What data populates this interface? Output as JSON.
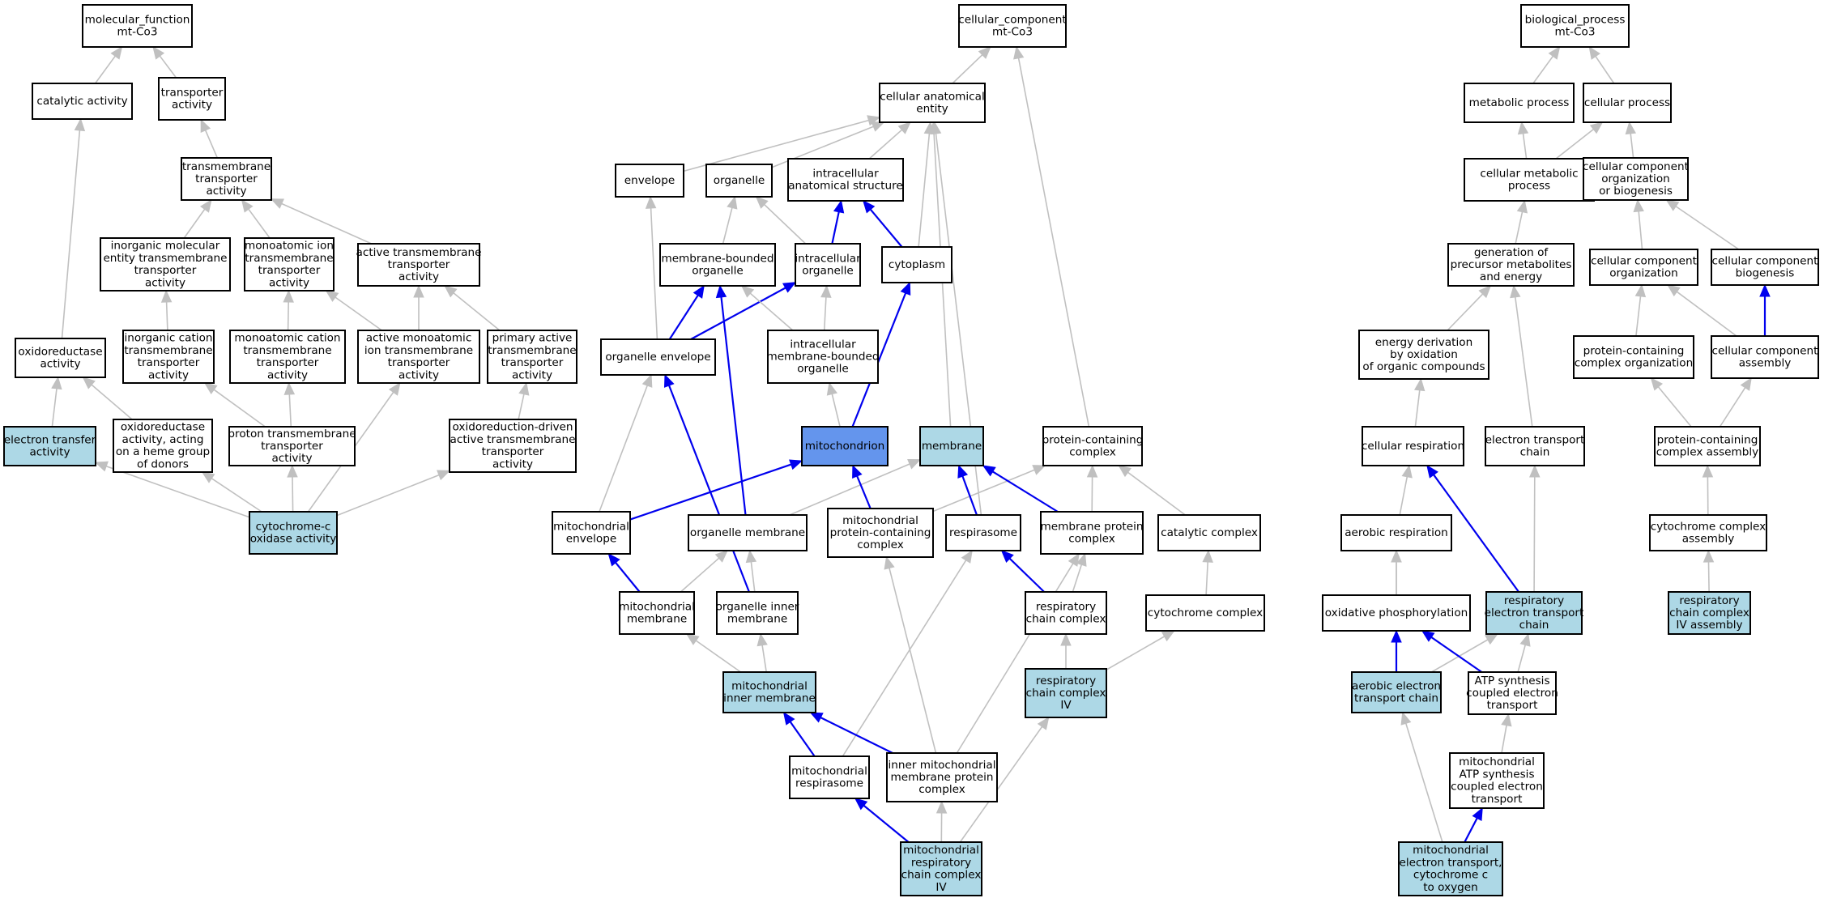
{
  "colors": {
    "plain_fill": "#ffffff",
    "highlight_fill": "#add8e6",
    "selected_fill": "#6495ed",
    "grey_edge": "#c0c0c0",
    "blue_edge": "#0000ee"
  },
  "nodes": [
    {
      "id": "mf",
      "lines": [
        "molecular_function",
        "mt-Co3"
      ],
      "style": "plain"
    },
    {
      "id": "cat",
      "lines": [
        "catalytic activity"
      ],
      "style": "plain"
    },
    {
      "id": "trans",
      "lines": [
        "transporter",
        "activity"
      ],
      "style": "plain"
    },
    {
      "id": "tmt",
      "lines": [
        "transmembrane",
        "transporter",
        "activity"
      ],
      "style": "plain"
    },
    {
      "id": "imol",
      "lines": [
        "inorganic molecular",
        "entity transmembrane",
        "transporter",
        "activity"
      ],
      "style": "plain"
    },
    {
      "id": "mono",
      "lines": [
        "monoatomic ion",
        "transmembrane",
        "transporter",
        "activity"
      ],
      "style": "plain"
    },
    {
      "id": "active",
      "lines": [
        "active transmembrane",
        "transporter",
        "activity"
      ],
      "style": "plain"
    },
    {
      "id": "oxred",
      "lines": [
        "oxidoreductase",
        "activity"
      ],
      "style": "plain"
    },
    {
      "id": "icat",
      "lines": [
        "inorganic cation",
        "transmembrane",
        "transporter",
        "activity"
      ],
      "style": "plain"
    },
    {
      "id": "monocat",
      "lines": [
        "monoatomic cation",
        "transmembrane",
        "transporter",
        "activity"
      ],
      "style": "plain"
    },
    {
      "id": "actmono",
      "lines": [
        "active monoatomic",
        "ion transmembrane",
        "transporter",
        "activity"
      ],
      "style": "plain"
    },
    {
      "id": "prim",
      "lines": [
        "primary active",
        "transmembrane",
        "transporter",
        "activity"
      ],
      "style": "plain"
    },
    {
      "id": "etact",
      "lines": [
        "electron transfer",
        "activity"
      ],
      "style": "highlight"
    },
    {
      "id": "oxheme",
      "lines": [
        "oxidoreductase",
        "activity, acting",
        "on a heme group",
        "of donors"
      ],
      "style": "plain"
    },
    {
      "id": "proton",
      "lines": [
        "proton transmembrane",
        "transporter",
        "activity"
      ],
      "style": "plain"
    },
    {
      "id": "oxdriven",
      "lines": [
        "oxidoreduction-driven",
        "active transmembrane",
        "transporter",
        "activity"
      ],
      "style": "plain"
    },
    {
      "id": "cox",
      "lines": [
        "cytochrome-c",
        "oxidase activity"
      ],
      "style": "highlight"
    },
    {
      "id": "cc",
      "lines": [
        "cellular_component",
        "mt-Co3"
      ],
      "style": "plain"
    },
    {
      "id": "cae",
      "lines": [
        "cellular anatomical",
        "entity"
      ],
      "style": "plain"
    },
    {
      "id": "env",
      "lines": [
        "envelope"
      ],
      "style": "plain"
    },
    {
      "id": "org",
      "lines": [
        "organelle"
      ],
      "style": "plain"
    },
    {
      "id": "ias",
      "lines": [
        "intracellular",
        "anatomical structure"
      ],
      "style": "plain"
    },
    {
      "id": "mbo",
      "lines": [
        "membrane-bounded",
        "organelle"
      ],
      "style": "plain"
    },
    {
      "id": "io",
      "lines": [
        "intracellular",
        "organelle"
      ],
      "style": "plain"
    },
    {
      "id": "cyto",
      "lines": [
        "cytoplasm"
      ],
      "style": "plain"
    },
    {
      "id": "oenv",
      "lines": [
        "organelle envelope"
      ],
      "style": "plain"
    },
    {
      "id": "imbo",
      "lines": [
        "intracellular",
        "membrane-bounded",
        "organelle"
      ],
      "style": "plain"
    },
    {
      "id": "mito",
      "lines": [
        "mitochondrion"
      ],
      "style": "selected"
    },
    {
      "id": "memb",
      "lines": [
        "membrane"
      ],
      "style": "highlight"
    },
    {
      "id": "pcc",
      "lines": [
        "protein-containing",
        "complex"
      ],
      "style": "plain"
    },
    {
      "id": "menv",
      "lines": [
        "mitochondrial",
        "envelope"
      ],
      "style": "plain"
    },
    {
      "id": "omem",
      "lines": [
        "organelle membrane"
      ],
      "style": "plain"
    },
    {
      "id": "mpcc",
      "lines": [
        "mitochondrial",
        "protein-containing",
        "complex"
      ],
      "style": "plain"
    },
    {
      "id": "resp",
      "lines": [
        "respirasome"
      ],
      "style": "plain"
    },
    {
      "id": "mpc",
      "lines": [
        "membrane protein",
        "complex"
      ],
      "style": "plain"
    },
    {
      "id": "catc",
      "lines": [
        "catalytic complex"
      ],
      "style": "plain"
    },
    {
      "id": "mmem",
      "lines": [
        "mitochondrial",
        "membrane"
      ],
      "style": "plain"
    },
    {
      "id": "oim",
      "lines": [
        "organelle inner",
        "membrane"
      ],
      "style": "plain"
    },
    {
      "id": "rcc",
      "lines": [
        "respiratory",
        "chain complex"
      ],
      "style": "plain"
    },
    {
      "id": "cytc",
      "lines": [
        "cytochrome complex"
      ],
      "style": "plain"
    },
    {
      "id": "mim",
      "lines": [
        "mitochondrial",
        "inner membrane"
      ],
      "style": "highlight"
    },
    {
      "id": "rcc4",
      "lines": [
        "respiratory",
        "chain complex",
        "IV"
      ],
      "style": "highlight"
    },
    {
      "id": "mresp",
      "lines": [
        "mitochondrial",
        "respirasome"
      ],
      "style": "plain"
    },
    {
      "id": "impc",
      "lines": [
        "inner mitochondrial",
        "membrane protein",
        "complex"
      ],
      "style": "plain"
    },
    {
      "id": "mrcc4",
      "lines": [
        "mitochondrial",
        "respiratory",
        "chain complex",
        "IV"
      ],
      "style": "highlight"
    },
    {
      "id": "bp",
      "lines": [
        "biological_process",
        "mt-Co3"
      ],
      "style": "plain"
    },
    {
      "id": "metab",
      "lines": [
        "metabolic process"
      ],
      "style": "plain"
    },
    {
      "id": "cellp",
      "lines": [
        "cellular process"
      ],
      "style": "plain"
    },
    {
      "id": "cmetab",
      "lines": [
        "cellular metabolic",
        "process"
      ],
      "style": "plain"
    },
    {
      "id": "ccob",
      "lines": [
        "cellular component",
        "organization",
        "or biogenesis"
      ],
      "style": "plain"
    },
    {
      "id": "genprec",
      "lines": [
        "generation of",
        "precursor metabolites",
        "and energy"
      ],
      "style": "plain"
    },
    {
      "id": "cco",
      "lines": [
        "cellular component",
        "organization"
      ],
      "style": "plain"
    },
    {
      "id": "ccb",
      "lines": [
        "cellular component",
        "biogenesis"
      ],
      "style": "plain"
    },
    {
      "id": "energy",
      "lines": [
        "energy derivation",
        "by oxidation",
        "of organic compounds"
      ],
      "style": "plain"
    },
    {
      "id": "pcco",
      "lines": [
        "protein-containing",
        "complex organization"
      ],
      "style": "plain"
    },
    {
      "id": "cca",
      "lines": [
        "cellular component",
        "assembly"
      ],
      "style": "plain"
    },
    {
      "id": "cresp",
      "lines": [
        "cellular respiration"
      ],
      "style": "plain"
    },
    {
      "id": "etc",
      "lines": [
        "electron transport",
        "chain"
      ],
      "style": "plain"
    },
    {
      "id": "pcca",
      "lines": [
        "protein-containing",
        "complex assembly"
      ],
      "style": "plain"
    },
    {
      "id": "aresp",
      "lines": [
        "aerobic respiration"
      ],
      "style": "plain"
    },
    {
      "id": "cytca",
      "lines": [
        "cytochrome complex",
        "assembly"
      ],
      "style": "plain"
    },
    {
      "id": "oxphos",
      "lines": [
        "oxidative phosphorylation"
      ],
      "style": "plain"
    },
    {
      "id": "retc",
      "lines": [
        "respiratory",
        "electron transport",
        "chain"
      ],
      "style": "highlight"
    },
    {
      "id": "rcc4a",
      "lines": [
        "respiratory",
        "chain complex",
        "IV assembly"
      ],
      "style": "highlight"
    },
    {
      "id": "aetc",
      "lines": [
        "aerobic electron",
        "transport chain"
      ],
      "style": "highlight"
    },
    {
      "id": "atpet",
      "lines": [
        "ATP synthesis",
        "coupled electron",
        "transport"
      ],
      "style": "plain"
    },
    {
      "id": "matpet",
      "lines": [
        "mitochondrial",
        "ATP synthesis",
        "coupled electron",
        "transport"
      ],
      "style": "plain"
    },
    {
      "id": "metco",
      "lines": [
        "mitochondrial",
        "electron transport,",
        "cytochrome c",
        "to oxygen"
      ],
      "style": "highlight"
    }
  ],
  "edges": [
    [
      "cat",
      "mf",
      "grey"
    ],
    [
      "trans",
      "mf",
      "grey"
    ],
    [
      "tmt",
      "trans",
      "grey"
    ],
    [
      "imol",
      "tmt",
      "grey"
    ],
    [
      "mono",
      "tmt",
      "grey"
    ],
    [
      "active",
      "tmt",
      "grey"
    ],
    [
      "oxred",
      "cat",
      "grey"
    ],
    [
      "icat",
      "imol",
      "grey"
    ],
    [
      "monocat",
      "mono",
      "grey"
    ],
    [
      "actmono",
      "mono",
      "grey"
    ],
    [
      "actmono",
      "active",
      "grey"
    ],
    [
      "prim",
      "active",
      "grey"
    ],
    [
      "etact",
      "oxred",
      "grey"
    ],
    [
      "oxheme",
      "oxred",
      "grey"
    ],
    [
      "proton",
      "icat",
      "grey"
    ],
    [
      "proton",
      "monocat",
      "grey"
    ],
    [
      "oxdriven",
      "prim",
      "grey"
    ],
    [
      "cox",
      "etact",
      "grey"
    ],
    [
      "cox",
      "oxheme",
      "grey"
    ],
    [
      "cox",
      "proton",
      "grey"
    ],
    [
      "cox",
      "actmono",
      "grey"
    ],
    [
      "cox",
      "oxdriven",
      "grey"
    ],
    [
      "cae",
      "cc",
      "grey"
    ],
    [
      "pcc",
      "cc",
      "grey"
    ],
    [
      "env",
      "cae",
      "grey"
    ],
    [
      "org",
      "cae",
      "grey"
    ],
    [
      "ias",
      "cae",
      "grey"
    ],
    [
      "cyto",
      "cae",
      "grey"
    ],
    [
      "memb",
      "cae",
      "grey"
    ],
    [
      "resp",
      "cae",
      "grey"
    ],
    [
      "mbo",
      "org",
      "grey"
    ],
    [
      "io",
      "org",
      "grey"
    ],
    [
      "io",
      "ias",
      "blue"
    ],
    [
      "cyto",
      "ias",
      "blue"
    ],
    [
      "oenv",
      "env",
      "grey"
    ],
    [
      "oenv",
      "mbo",
      "blue"
    ],
    [
      "oenv",
      "io",
      "blue"
    ],
    [
      "imbo",
      "mbo",
      "grey"
    ],
    [
      "imbo",
      "io",
      "grey"
    ],
    [
      "mito",
      "imbo",
      "grey"
    ],
    [
      "mito",
      "cyto",
      "blue"
    ],
    [
      "menv",
      "mito",
      "blue"
    ],
    [
      "menv",
      "oenv",
      "grey"
    ],
    [
      "omem",
      "memb",
      "grey"
    ],
    [
      "omem",
      "mbo",
      "blue"
    ],
    [
      "mpcc",
      "mito",
      "blue"
    ],
    [
      "mpcc",
      "pcc",
      "grey"
    ],
    [
      "resp",
      "memb",
      "blue"
    ],
    [
      "mpc",
      "memb",
      "blue"
    ],
    [
      "mpc",
      "pcc",
      "grey"
    ],
    [
      "catc",
      "pcc",
      "grey"
    ],
    [
      "mmem",
      "menv",
      "blue"
    ],
    [
      "mmem",
      "omem",
      "grey"
    ],
    [
      "oim",
      "oenv",
      "blue"
    ],
    [
      "oim",
      "omem",
      "grey"
    ],
    [
      "rcc",
      "mpc",
      "grey"
    ],
    [
      "rcc",
      "resp",
      "blue"
    ],
    [
      "cytc",
      "catc",
      "grey"
    ],
    [
      "mim",
      "mmem",
      "grey"
    ],
    [
      "mim",
      "oim",
      "grey"
    ],
    [
      "rcc4",
      "rcc",
      "grey"
    ],
    [
      "rcc4",
      "cytc",
      "grey"
    ],
    [
      "mresp",
      "mim",
      "blue"
    ],
    [
      "mresp",
      "resp",
      "grey"
    ],
    [
      "impc",
      "mim",
      "blue"
    ],
    [
      "impc",
      "mpcc",
      "grey"
    ],
    [
      "impc",
      "mpc",
      "grey"
    ],
    [
      "mrcc4",
      "mresp",
      "blue"
    ],
    [
      "mrcc4",
      "impc",
      "grey"
    ],
    [
      "mrcc4",
      "rcc4",
      "grey"
    ],
    [
      "metab",
      "bp",
      "grey"
    ],
    [
      "cellp",
      "bp",
      "grey"
    ],
    [
      "cmetab",
      "metab",
      "grey"
    ],
    [
      "cmetab",
      "cellp",
      "grey"
    ],
    [
      "ccob",
      "cellp",
      "grey"
    ],
    [
      "genprec",
      "cmetab",
      "grey"
    ],
    [
      "cco",
      "ccob",
      "grey"
    ],
    [
      "ccb",
      "ccob",
      "grey"
    ],
    [
      "energy",
      "genprec",
      "grey"
    ],
    [
      "pcco",
      "cco",
      "grey"
    ],
    [
      "cca",
      "cco",
      "grey"
    ],
    [
      "cca",
      "ccb",
      "blue"
    ],
    [
      "cresp",
      "energy",
      "grey"
    ],
    [
      "etc",
      "genprec",
      "grey"
    ],
    [
      "pcca",
      "pcco",
      "grey"
    ],
    [
      "pcca",
      "cca",
      "grey"
    ],
    [
      "aresp",
      "cresp",
      "grey"
    ],
    [
      "cytca",
      "pcca",
      "grey"
    ],
    [
      "oxphos",
      "aresp",
      "grey"
    ],
    [
      "retc",
      "cresp",
      "blue"
    ],
    [
      "retc",
      "etc",
      "grey"
    ],
    [
      "rcc4a",
      "cytca",
      "grey"
    ],
    [
      "aetc",
      "aresp",
      "grey"
    ],
    [
      "aetc",
      "oxphos",
      "blue"
    ],
    [
      "aetc",
      "retc",
      "grey"
    ],
    [
      "atpet",
      "oxphos",
      "blue"
    ],
    [
      "atpet",
      "retc",
      "grey"
    ],
    [
      "matpet",
      "atpet",
      "grey"
    ],
    [
      "metco",
      "aetc",
      "grey"
    ],
    [
      "metco",
      "matpet",
      "blue"
    ]
  ]
}
